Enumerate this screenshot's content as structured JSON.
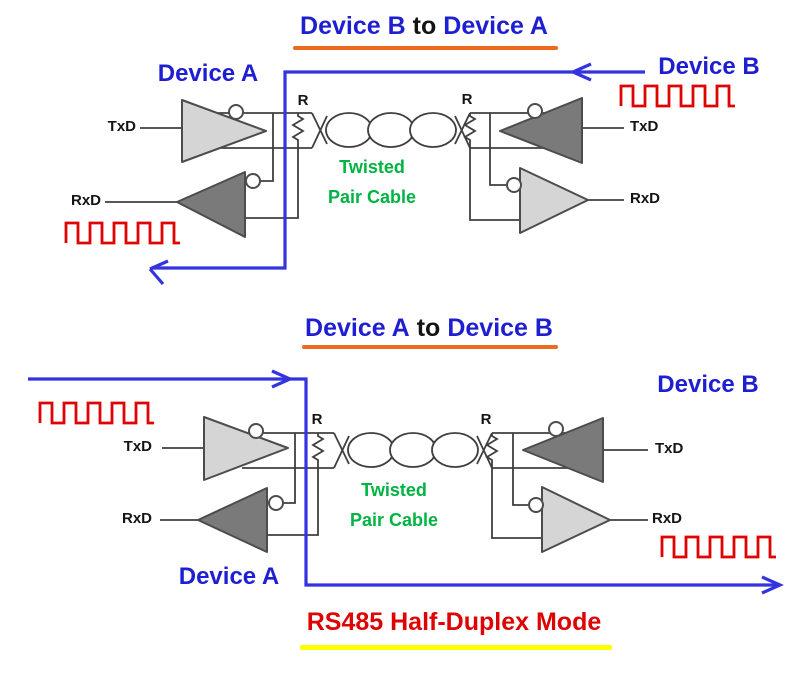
{
  "colors": {
    "blue_text": "#1f1fd2",
    "blue_line": "#3333e0",
    "signal_red": "#de0404",
    "orange_underline": "#ed6a1f",
    "green_cable": "#00b342",
    "yellow_underline": "#ffff00",
    "light_gray_fill": "#d5d5d5",
    "dark_gray_fill": "#7a7a7a",
    "outline": "#4c4c4c",
    "wire": "#3f3f3f"
  },
  "top_diagram": {
    "title": {
      "from": "Device B",
      "connector": "to",
      "to": "Device A"
    },
    "device_a_label": "Device A",
    "device_b_label": "Device B",
    "left_transceiver": {
      "txd_label": "TxD",
      "rxd_label": "RxD",
      "termination_label": "R"
    },
    "right_transceiver": {
      "txd_label": "TxD",
      "rxd_label": "RxD",
      "termination_label": "R"
    },
    "cable_label_line1": "Twisted",
    "cable_label_line2": "Pair Cable"
  },
  "bottom_diagram": {
    "title": {
      "from": "Device A",
      "connector": "to",
      "to": "Device B"
    },
    "device_a_label": "Device A",
    "device_b_label": "Device B",
    "left_transceiver": {
      "txd_label": "TxD",
      "rxd_label": "RxD",
      "termination_label": "R"
    },
    "right_transceiver": {
      "txd_label": "TxD",
      "rxd_label": "RxD",
      "termination_label": "R"
    },
    "cable_label_line1": "Twisted",
    "cable_label_line2": "Pair Cable"
  },
  "footer": {
    "title": "RS485 Half-Duplex Mode"
  }
}
